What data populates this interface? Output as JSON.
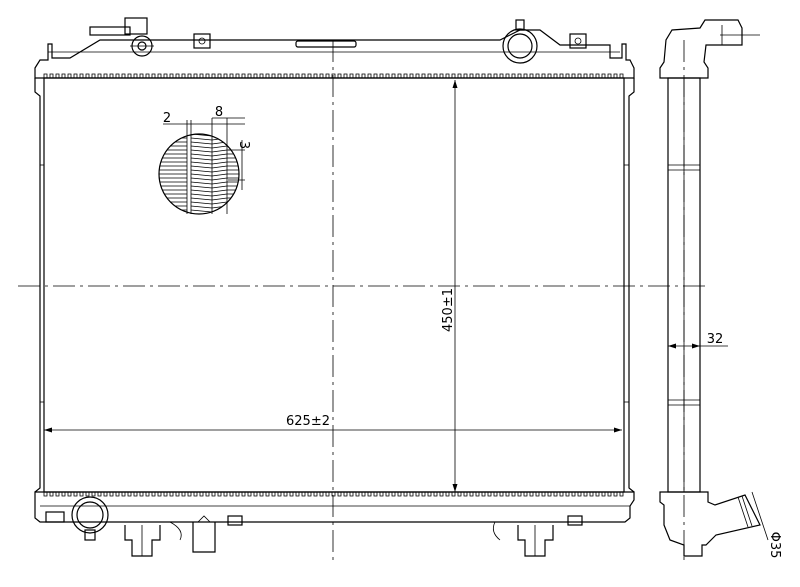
{
  "drawing": {
    "dimensions": {
      "width": "625±2",
      "height": "450±1",
      "depth": "32",
      "pipe_diameter": "Φ35",
      "fin_pitch": "2",
      "tube_pitch": "8",
      "fin_height": "3"
    },
    "line_color": "#000000",
    "background": "#ffffff"
  }
}
